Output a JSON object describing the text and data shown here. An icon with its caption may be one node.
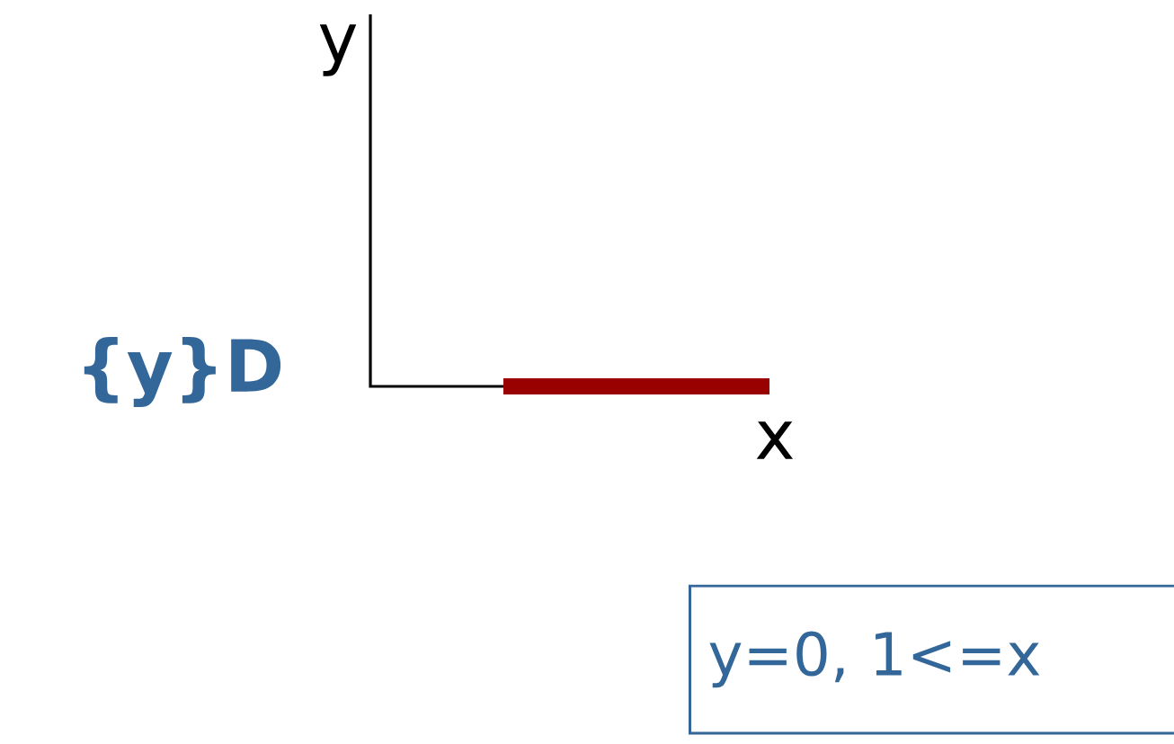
{
  "diagram": {
    "nodes": [
      {
        "text": [
          "y=0, 1<=x"
        ]
      }
    ],
    "labels": [
      "y",
      "{y}D",
      "x"
    ]
  }
}
